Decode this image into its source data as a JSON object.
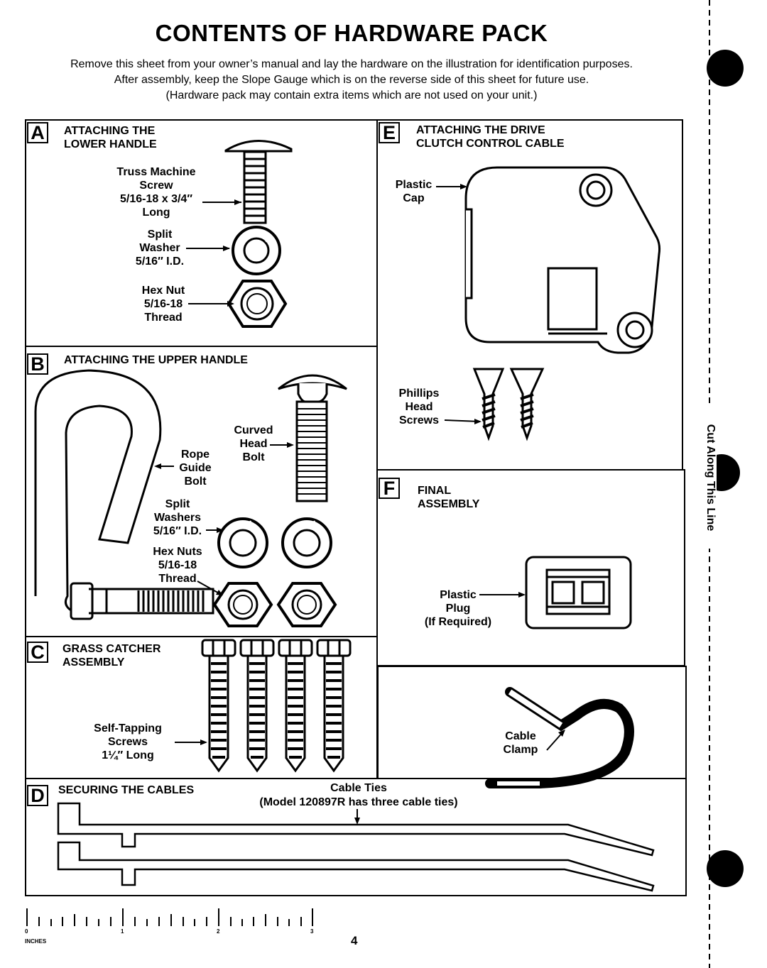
{
  "title": "CONTENTS OF HARDWARE PACK",
  "intro": {
    "line1": "Remove this sheet from your owner’s manual and lay the hardware on the illustration for identification purposes.",
    "line2": "After assembly, keep the Slope Gauge which is on the reverse side of this sheet for future use.",
    "line3": "(Hardware pack may contain extra items which are not used on your unit.)"
  },
  "sections": {
    "A": {
      "letter": "A",
      "heading": "ATTACHING THE\nLOWER HANDLE",
      "screw": "Truss Machine\nScrew\n5/16-18 x 3/4″\nLong",
      "washer": "Split\nWasher\n5/16″ I.D.",
      "nut": "Hex Nut\n5/16-18\nThread"
    },
    "B": {
      "letter": "B",
      "heading": "ATTACHING THE UPPER HANDLE",
      "bolt": "Curved\nHead\nBolt",
      "rope": "Rope\nGuide\nBolt",
      "washers": "Split\nWashers\n5/16″ I.D.",
      "nuts": "Hex Nuts\n5/16-18\nThread"
    },
    "C": {
      "letter": "C",
      "heading": "GRASS CATCHER\nASSEMBLY",
      "screws": "Self-Tapping\nScrews\n1¼″ Long"
    },
    "D": {
      "letter": "D",
      "heading": "SECURING THE CABLES",
      "ties": "Cable Ties",
      "model_note": "(Model 120897R has three cable ties)"
    },
    "E": {
      "letter": "E",
      "heading": "ATTACHING THE DRIVE\nCLUTCH CONTROL CABLE",
      "cap": "Plastic\nCap",
      "phillips": "Phillips\nHead\nScrews"
    },
    "F": {
      "letter": "F",
      "heading": "FINAL\nASSEMBLY",
      "plug": "Plastic\nPlug\n(If Required)"
    },
    "clamp": "Cable\nClamp"
  },
  "cut_line": "Cut Along This Line",
  "ruler": {
    "units": "INCHES",
    "marks": [
      "0",
      "1",
      "2",
      "3"
    ]
  },
  "page_number": "4"
}
